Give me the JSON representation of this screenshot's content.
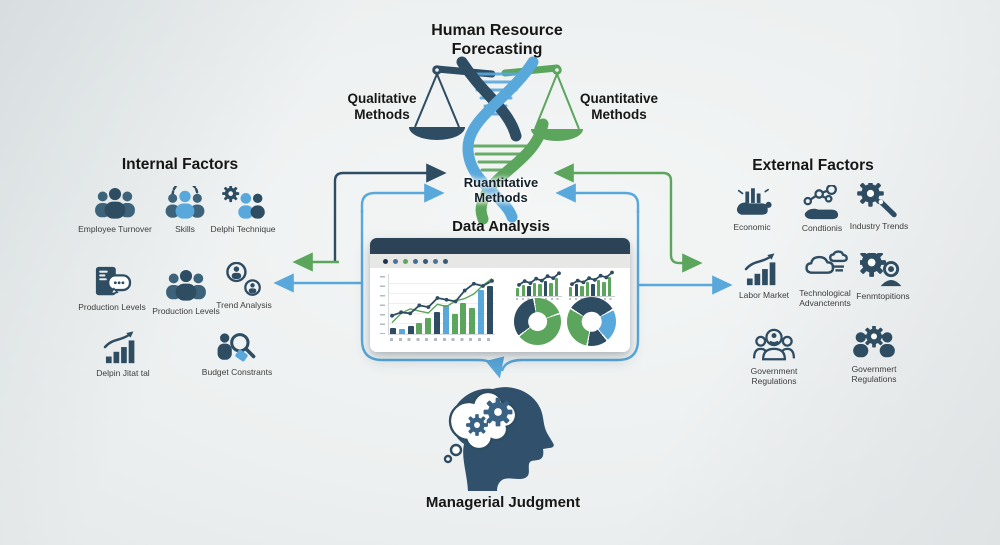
{
  "title": {
    "line1": "Human Resource",
    "line2": "Forecasting"
  },
  "balance": {
    "left_label": "Qualitative Methods",
    "right_label": "Quantitative Methods",
    "left_scale_icon": "balance-scale-dark",
    "right_scale_icon": "balance-scale-green",
    "center_icon": "dna-helix"
  },
  "center": {
    "methods_label": "Ruantitative Methods",
    "panel_title": "Data Analysis"
  },
  "internal": {
    "heading": "Internal Factors",
    "items": [
      {
        "label": "Employee Turnover",
        "icon": "people-group"
      },
      {
        "label": "Skills",
        "icon": "people-highlight"
      },
      {
        "label": "Delphi Technique",
        "icon": "people-gear"
      },
      {
        "label": "Production Levels",
        "icon": "tablet-chat"
      },
      {
        "label": "Production Levels",
        "icon": "people-group"
      },
      {
        "label": "Trend Analysis",
        "icon": "person-badges"
      },
      {
        "label": "Delpin Jitat tal",
        "icon": "chart-growth"
      },
      {
        "label": "Budget Constrants",
        "icon": "person-search"
      }
    ]
  },
  "external": {
    "heading": "External Factors",
    "items": [
      {
        "label": "Economic",
        "icon": "hand-chart"
      },
      {
        "label": "Condtionis",
        "icon": "network-hand"
      },
      {
        "label": "Industry Trends",
        "icon": "gear-wrench"
      },
      {
        "label": "Labor Market",
        "icon": "chart-growth"
      },
      {
        "label": "Technological Advanctennts",
        "icon": "clouds"
      },
      {
        "label": "Fenmtopitions",
        "icon": "gear-person"
      },
      {
        "label": "Government Regulations",
        "icon": "people-outline"
      },
      {
        "label": "Governmert Regulations",
        "icon": "people-gear-duo"
      }
    ]
  },
  "bottom": {
    "label": "Managerial Judgment",
    "icon": "head-with-gears"
  },
  "window": {
    "toolbar_dots": [
      "#1f3347",
      "#4a7396",
      "#5aa85c",
      "#3f6e94",
      "#35597a",
      "#4a7396",
      "#35597a"
    ]
  },
  "colors": {
    "dark": "#2e4c62",
    "green": "#5ba55c",
    "blue": "#58a8dc",
    "back_person": "#3c6379",
    "window_header": "#2b4257",
    "label_text": "#3d3d3d"
  },
  "chart_data": [
    {
      "type": "bar",
      "title": "main dashboard chart (bars with two trend lines)",
      "bars": {
        "values": [
          10,
          9,
          13,
          18,
          26,
          36,
          48,
          34,
          52,
          44,
          74,
          80
        ],
        "colors": [
          "dark",
          "blue",
          "dark",
          "green",
          "green",
          "dark",
          "blue",
          "green",
          "green",
          "green",
          "blue",
          "dark"
        ]
      },
      "series": [
        {
          "name": "dark-line",
          "values": [
            32,
            38,
            36,
            50,
            47,
            63,
            60,
            57,
            76,
            88,
            84,
            93
          ]
        },
        {
          "name": "green-line",
          "values": [
            20,
            36,
            44,
            40,
            37,
            52,
            48,
            58,
            62,
            70,
            85,
            97
          ]
        }
      ],
      "ylim": [
        0,
        100
      ],
      "grid": true
    },
    {
      "type": "bar",
      "title": "mini chart 1 (bars + trend line)",
      "bars": {
        "values": [
          35,
          45,
          40,
          55,
          48,
          62,
          55,
          75
        ],
        "colors": [
          "green",
          "green",
          "dark",
          "green",
          "green",
          "dark",
          "green",
          "green"
        ]
      },
      "series": [
        {
          "name": "trend",
          "values": [
            45,
            60,
            52,
            70,
            62,
            80,
            72,
            92
          ]
        }
      ],
      "ylim": [
        0,
        100
      ]
    },
    {
      "type": "bar",
      "title": "mini chart 2 (bars + trend line)",
      "bars": {
        "values": [
          38,
          48,
          42,
          58,
          50,
          66,
          58,
          80
        ],
        "colors": [
          "green",
          "dark",
          "green",
          "green",
          "dark",
          "green",
          "green",
          "green"
        ]
      },
      "series": [
        {
          "name": "trend",
          "values": [
            48,
            62,
            55,
            72,
            65,
            82,
            75,
            95
          ]
        }
      ],
      "ylim": [
        0,
        100
      ]
    },
    {
      "type": "pie",
      "title": "donut 1",
      "start_deg": 230,
      "slices": [
        {
          "color": "dark",
          "value": 33
        },
        {
          "color": "green",
          "value": 22
        },
        {
          "color": "green",
          "value": 45
        }
      ]
    },
    {
      "type": "pie",
      "title": "donut 2",
      "start_deg": 300,
      "slices": [
        {
          "color": "dark",
          "value": 33
        },
        {
          "color": "blue",
          "value": 22
        },
        {
          "color": "dark",
          "value": 14
        },
        {
          "color": "green",
          "value": 31
        }
      ]
    }
  ]
}
